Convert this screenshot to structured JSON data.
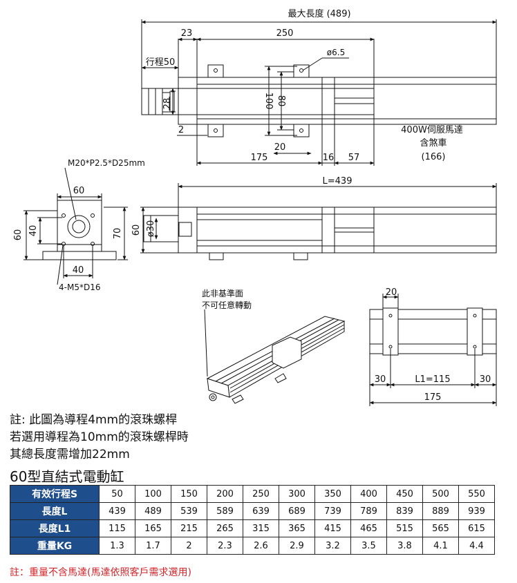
{
  "dims": {
    "max_length": "最大長度 (489)",
    "d23": "23",
    "d250": "250",
    "stroke50": "行程50",
    "hole": "ø6.5",
    "d28": "28",
    "d100": "100",
    "d80": "80",
    "d2": "2",
    "d20_top": "20",
    "motor_line1": "400W伺服馬達",
    "motor_line2": "含煞車",
    "motor_line3": "(166)",
    "d175_top": "175",
    "d16": "16",
    "d57": "57",
    "thread": "M20*P2.5*D25mm",
    "d60_flange": "60",
    "d60_left": "60",
    "d40_left": "40",
    "d70": "70",
    "d60_side": "60",
    "d30": "ø30",
    "d40_bottom": "40",
    "screws": "4-M5*D16",
    "L": "L=439",
    "iso_label1": "此非基準面",
    "iso_label2": "不可任意轉動",
    "d20_right": "20",
    "d30_a": "30",
    "L1": "L1=115",
    "d30_b": "30",
    "d175_bottom": "175"
  },
  "notes": [
    "註: 此圖為導程4mm的滾珠螺桿",
    "若選用導程為10mm的滾珠螺桿時",
    "其總長度需增加22mm"
  ],
  "model_title": "60型直結式電動缸",
  "table": {
    "headers": [
      "有效行程S",
      "長度L",
      "長度L1",
      "重量KG"
    ],
    "rows": [
      [
        "50",
        "100",
        "150",
        "200",
        "250",
        "300",
        "350",
        "400",
        "450",
        "500",
        "550"
      ],
      [
        "439",
        "489",
        "539",
        "589",
        "639",
        "689",
        "739",
        "789",
        "839",
        "889",
        "939"
      ],
      [
        "115",
        "165",
        "215",
        "265",
        "315",
        "365",
        "415",
        "465",
        "515",
        "565",
        "615"
      ],
      [
        "1.3",
        "1.7",
        "2",
        "2.3",
        "2.6",
        "2.9",
        "3.2",
        "3.5",
        "3.8",
        "4.1",
        "4.4"
      ]
    ]
  },
  "footnote": "註：重量不含馬達(馬達依照客戶需求選用)",
  "colors": {
    "header_bg": "#1f4e8c",
    "footnote": "#d0262b"
  }
}
